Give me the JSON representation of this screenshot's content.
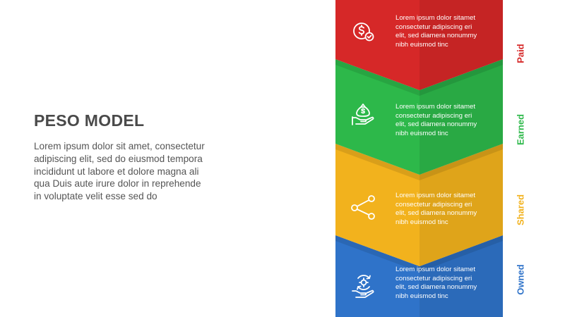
{
  "title": "PESO MODEL",
  "description": [
    "Lorem ipsum dolor sit amet, consectetur",
    "adipiscing elit, sed do eiusmod tempora",
    "incididunt ut labore et dolore magna ali",
    "qua Duis aute irure dolor in reprehende",
    "in voluptate velit esse sed do"
  ],
  "blocks": [
    {
      "label": "Paid",
      "color": "#d62828",
      "icon": "dollar-coin-check-icon",
      "lines": [
        "Lorem ipsum dolor sitamet",
        "consectetur adipiscing eri",
        "elit, sed diamera nonummy",
        "nibh euismod tinc"
      ]
    },
    {
      "label": "Earned",
      "color": "#2db84a",
      "icon": "money-bag-hand-icon",
      "lines": [
        "Lorem ipsum dolor sitamet",
        "consectetur adipiscing eri",
        "elit, sed diamera nonummy",
        "nibh euismod tinc"
      ]
    },
    {
      "label": "Shared",
      "color": "#f2b21d",
      "icon": "share-nodes-icon",
      "lines": [
        "Lorem ipsum dolor sitamet",
        "consectetur adipiscing eri",
        "elit, sed diamera nonummy",
        "nibh euismod tinc"
      ]
    },
    {
      "label": "Owned",
      "color": "#2f73c9",
      "icon": "gear-cycle-hand-icon",
      "lines": [
        "Lorem ipsum dolor sitamet",
        "consectetur adipiscing eri",
        "elit, sed diamera nonummy",
        "nibh euismod tinc"
      ]
    }
  ]
}
